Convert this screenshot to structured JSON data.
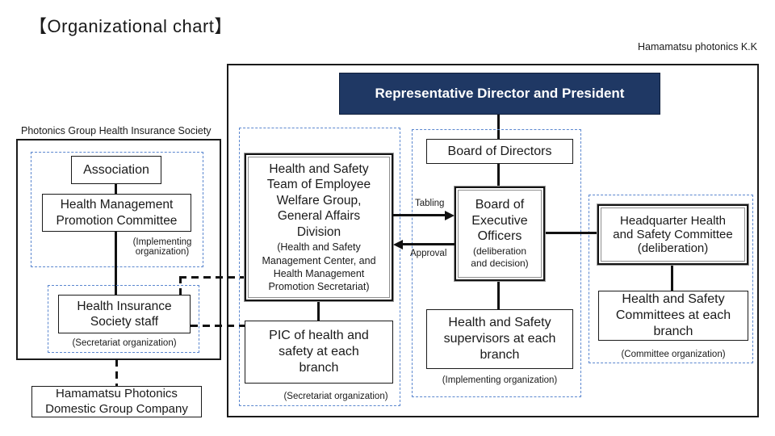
{
  "page": {
    "title": "【Organizational chart】",
    "company_label": "Hamamatsu photonics K.K"
  },
  "left_panel": {
    "label": "Photonics Group Health Insurance Society",
    "association": "Association",
    "promotion_committee": "Health Management\nPromotion Committee",
    "implementing_note": "(Implementing\norganization)",
    "staff": "Health Insurance\nSociety staff",
    "secretariat_note": "(Secretariat organization)",
    "group_company": "Hamamatsu Photonics\nDomestic Group Company"
  },
  "main": {
    "president": "Representative Director and President",
    "board_of_directors": "Board of Directors",
    "executive_officers": {
      "title": "Board of\nExecutive\nOfficers",
      "sub": "(deliberation\nand decision)"
    },
    "safety_team": {
      "title": "Health and Safety\nTeam of Employee\nWelfare Group,\nGeneral Affairs\nDivision",
      "sub": "(Health and Safety\nManagement Center, and\nHealth Management\nPromotion Secretariat)"
    },
    "pic_branch": "PIC of health and\nsafety at each\nbranch",
    "secretariat_note": "(Secretariat organization)",
    "supervisors": "Health and Safety\nsupervisors at each\nbranch",
    "implementing_note": "(Implementing organization)",
    "hq_committee": "Headquarter Health\nand Safety Committee\n(deliberation)",
    "branch_committees": "Health and Safety\nCommittees at each\nbranch",
    "committee_note": "(Committee organization)"
  },
  "flows": {
    "tabling": "Tabling",
    "approval": "Approval"
  },
  "colors": {
    "navy": "#1f3864",
    "blue-dash": "#5b87cf",
    "ink": "#111111"
  }
}
